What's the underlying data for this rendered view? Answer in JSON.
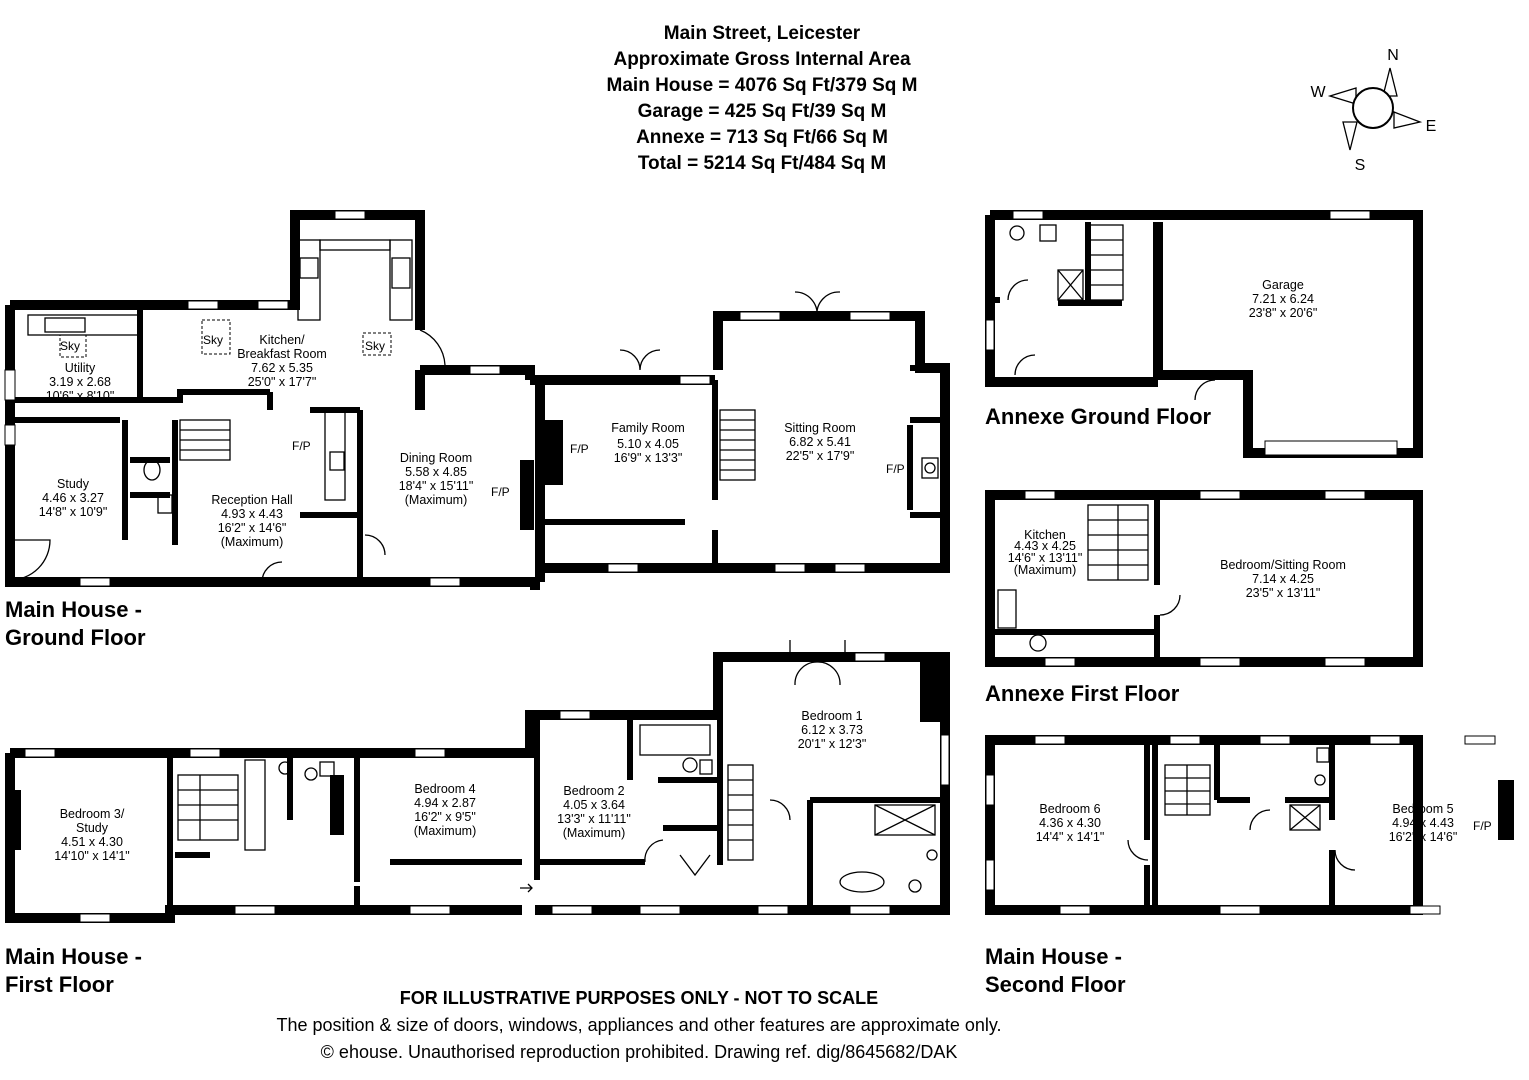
{
  "header": {
    "lines": [
      "Main Street, Leicester",
      "Approximate Gross Internal Area",
      "Main House = 4076 Sq Ft/379 Sq M",
      "Garage = 425 Sq Ft/39 Sq M",
      "Annexe = 713 Sq Ft/66 Sq M",
      "Total = 5214 Sq Ft/484 Sq M"
    ]
  },
  "compass": {
    "n": "N",
    "s": "S",
    "e": "E",
    "w": "W"
  },
  "floors": {
    "ground": {
      "line1": "Main House -",
      "line2": "Ground Floor"
    },
    "first": {
      "line1": "Main House -",
      "line2": "First Floor"
    },
    "second": {
      "line1": "Main House -",
      "line2": "Second Floor"
    },
    "annexe_ground": "Annexe Ground Floor",
    "annexe_first": "Annexe First Floor"
  },
  "rooms": {
    "utility": [
      "Utility",
      "3.19 x 2.68",
      "10'6\" x 8'10\""
    ],
    "kitchen": [
      "Kitchen/",
      "Breakfast Room",
      "7.62 x 5.35",
      "25'0\" x 17'7\""
    ],
    "study": [
      "Study",
      "4.46 x 3.27",
      "14'8\" x 10'9\""
    ],
    "reception": [
      "Reception Hall",
      "4.93 x 4.43",
      "16'2\" x 14'6\"",
      "(Maximum)"
    ],
    "dining": [
      "Dining Room",
      "5.58 x 4.85",
      "18'4\" x 15'11\"",
      "(Maximum)"
    ],
    "family": [
      "Family Room",
      "5.10 x 4.05",
      "16'9\" x 13'3\""
    ],
    "sitting": [
      "Sitting Room",
      "6.82 x 5.41",
      "22'5\" x 17'9\""
    ],
    "garage": [
      "Garage",
      "7.21 x 6.24",
      "23'8\" x 20'6\""
    ],
    "annexe_kitchen": [
      "Kitchen",
      "4.43 x 4.25",
      "14'6\" x 13'11\"",
      "(Maximum)"
    ],
    "bedroom_sitting": [
      "Bedroom/Sitting Room",
      "7.14 x 4.25",
      "23'5\" x 13'11\""
    ],
    "bedroom3": [
      "Bedroom 3/",
      "Study",
      "4.51 x 4.30",
      "14'10\" x 14'1\""
    ],
    "bedroom4": [
      "Bedroom 4",
      "4.94 x 2.87",
      "16'2\" x 9'5\"",
      "(Maximum)"
    ],
    "bedroom2": [
      "Bedroom 2",
      "4.05 x 3.64",
      "13'3\" x 11'11\"",
      "(Maximum)"
    ],
    "bedroom1": [
      "Bedroom 1",
      "6.12 x 3.73",
      "20'1\" x 12'3\""
    ],
    "bedroom6": [
      "Bedroom 6",
      "4.36 x 4.30",
      "14'4\" x 14'1\""
    ],
    "bedroom5": [
      "Bedroom 5",
      "4.94 x 4.43",
      "16'2\" x 14'6\""
    ]
  },
  "labels": {
    "sky": "Sky",
    "fp": "F/P"
  },
  "footer": {
    "disclaimer": "FOR ILLUSTRATIVE PURPOSES ONLY - NOT TO SCALE",
    "note": "The position & size of doors, windows, appliances and other features are approximate only.",
    "copyright": "© ehouse. Unauthorised reproduction prohibited. Drawing ref. dig/8645682/DAK"
  }
}
